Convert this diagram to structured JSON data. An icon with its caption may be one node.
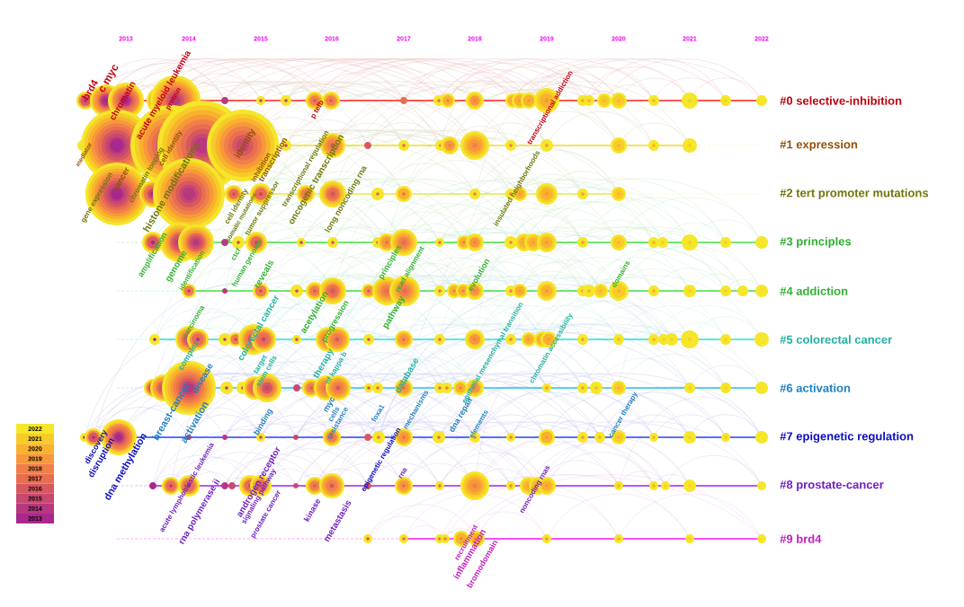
{
  "diagram": {
    "labels": [
      "2013",
      "2014",
      "2015",
      "2016",
      "2017",
      "2018",
      "2019",
      "2020",
      "2021",
      "2022",
      "#0 selective-inhibition",
      "#1 expression",
      "#2 tert promoter mutations",
      "#3 principles",
      "#4 addiction",
      "#5 colorectal cancer",
      "#6 activation",
      "#7 epigenetic regulation",
      "#8 prostate-cancer",
      "#9 brd4",
      "brd4",
      "c myc",
      "chromatin",
      "acute myeloid leukemia",
      "protein",
      "p tefb",
      "transcriptional addiction",
      "mediator",
      "cell identity",
      "identity",
      "inhibition",
      "transcription",
      "cancer",
      "chromatin looping",
      "histone modifications",
      "gene expression",
      "cell identity",
      "somatic mutations",
      "tumor suppressor",
      "transcriptional regulation",
      "oncogenic transcription",
      "long noncoding rna",
      "insulated neighborhoods",
      "amplification",
      "genome",
      "identification",
      "ctcf",
      "human genome",
      "reveals",
      "principles",
      "read alignment",
      "domains",
      "carcinoma",
      "acetylation",
      "progression",
      "pathway",
      "evolution",
      "complex",
      "disease",
      "colorectal cancer",
      "target",
      "stem cells",
      "therapy",
      "nf kappa b",
      "epithelial mesenchymal transition",
      "chromatin accessibility",
      "database",
      "breast-cancer",
      "activation",
      "binding",
      "myc",
      "cells",
      "resistance",
      "foxa1",
      "mechanisms",
      "dna repair",
      "elements",
      "cancer therapy",
      "discovery",
      "disruption",
      "dna methylation",
      "epigenetic regulation",
      "acute lymphoblastic leukemia",
      "rna polymerase ii",
      "androgen receptor",
      "signaling pathway",
      "prostate cancer",
      "kinase",
      "metastasis",
      "rna",
      "noncoding rnas",
      "recruitment",
      "inflammation",
      "bromodomain"
    ],
    "legend": [
      {
        "text": "2022",
        "color": "#f5e62a"
      },
      {
        "text": "2021",
        "color": "#f8cc28"
      },
      {
        "text": "2020",
        "color": "#f9b22c"
      },
      {
        "text": "2019",
        "color": "#f7983a"
      },
      {
        "text": "2018",
        "color": "#f08048"
      },
      {
        "text": "2017",
        "color": "#e86e50"
      },
      {
        "text": "2016",
        "color": "#d85860"
      },
      {
        "text": "2015",
        "color": "#c84870"
      },
      {
        "text": "2014",
        "color": "#b83880"
      },
      {
        "text": "2013",
        "color": "#a8288c"
      }
    ]
  }
}
